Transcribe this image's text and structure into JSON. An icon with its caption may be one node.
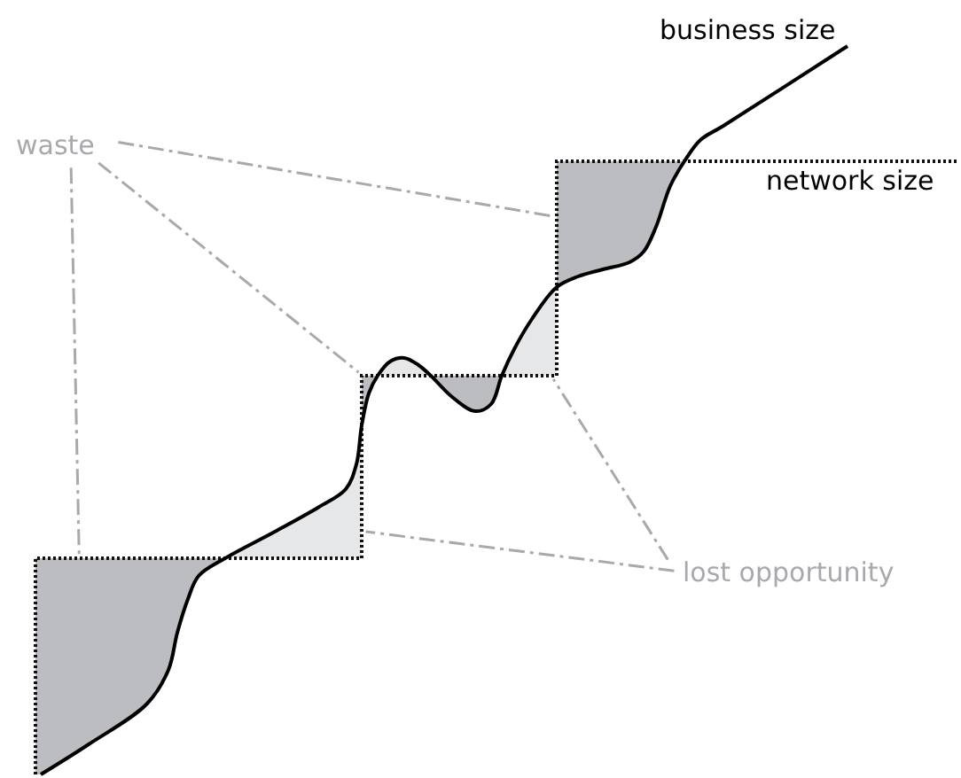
{
  "diagram": {
    "nodes": [
      {
        "text": [
          "waste"
        ]
      },
      {
        "text": [
          "lost opportunity"
        ]
      },
      {
        "text": [],
        "shape": "area"
      },
      {
        "text": [],
        "shape": "area"
      },
      {
        "text": [],
        "shape": "area"
      },
      {
        "text": [],
        "shape": "area"
      },
      {
        "text": [],
        "shape": "area"
      },
      {
        "text": [],
        "shape": "area"
      },
      {
        "text": [],
        "shape": "area"
      }
    ],
    "edges": [
      {
        "from": 0,
        "to": 2,
        "arrow": "none",
        "style": "dashed"
      },
      {
        "from": 0,
        "to": 4,
        "arrow": "none",
        "style": "dashed"
      },
      {
        "from": 0,
        "to": 8,
        "arrow": "none",
        "style": "dashed"
      },
      {
        "from": 1,
        "to": 7,
        "arrow": "none",
        "style": "dashed"
      },
      {
        "from": 1,
        "to": 3,
        "arrow": "none",
        "style": "dashed"
      }
    ],
    "labels": [
      "business size",
      "network size"
    ]
  }
}
